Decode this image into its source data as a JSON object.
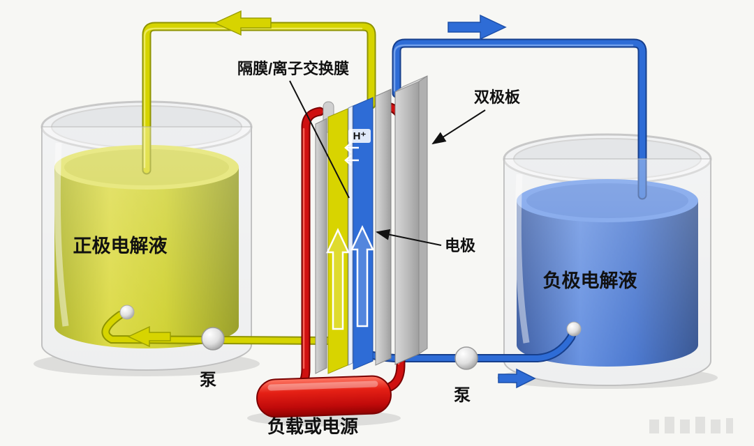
{
  "diagram": {
    "type": "redox-flow-battery-schematic",
    "labels": {
      "membrane": "隔膜/离子交换膜",
      "bipolar_plate": "双极板",
      "electrode": "电极",
      "proton": "H⁺",
      "positive_electrolyte": "正极电解液",
      "negative_electrolyte": "负极电解液",
      "pump_left": "泵",
      "pump_right": "泵",
      "load": "负载或电源"
    },
    "colors": {
      "positive_yellow": "#d6d400",
      "negative_blue": "#2e6cd6",
      "load_red": "#cf1010",
      "plate_gray": "#bdbdbd",
      "background": "#f7f7f4"
    }
  }
}
